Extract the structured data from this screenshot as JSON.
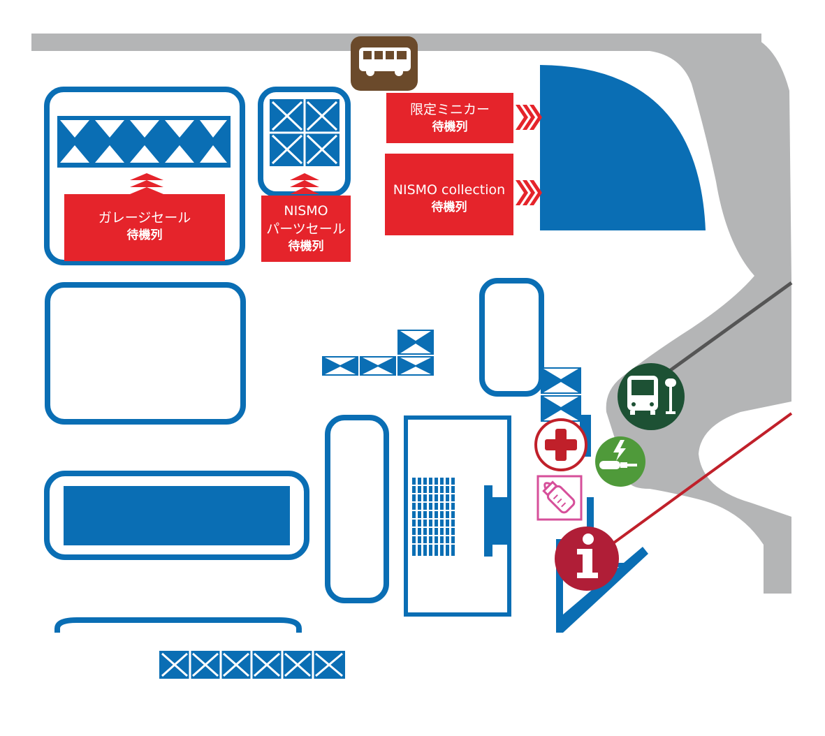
{
  "map": {
    "queues": [
      {
        "line1": "ガレージセール",
        "line2": "待機列"
      },
      {
        "line1": "NISMO",
        "line1b": "パーツセール",
        "line2": "待機列"
      },
      {
        "line1": "限定ミニカー",
        "line2": "待機列"
      },
      {
        "line1": "NISMO collection",
        "line2": "待機列"
      }
    ],
    "icons": {
      "bus_stop_top": "bus-icon",
      "bus_stop_green": "bus-stop-icon",
      "first_aid": "first-aid-cross-icon",
      "ev_charging": "ev-charger-icon",
      "nursing_room": "baby-bottle-icon",
      "information": "information-icon"
    },
    "colors": {
      "road": "#b4b5b6",
      "booth_blue": "#0a6eb4",
      "queue_red": "#e5242b",
      "bus_brown": "#6b4a2b",
      "bus_green": "#1d5134",
      "aid_red": "#c0202a",
      "ev_green": "#4f9a3a",
      "nursing_pink": "#d64f9a",
      "info_red": "#b01e37"
    }
  }
}
